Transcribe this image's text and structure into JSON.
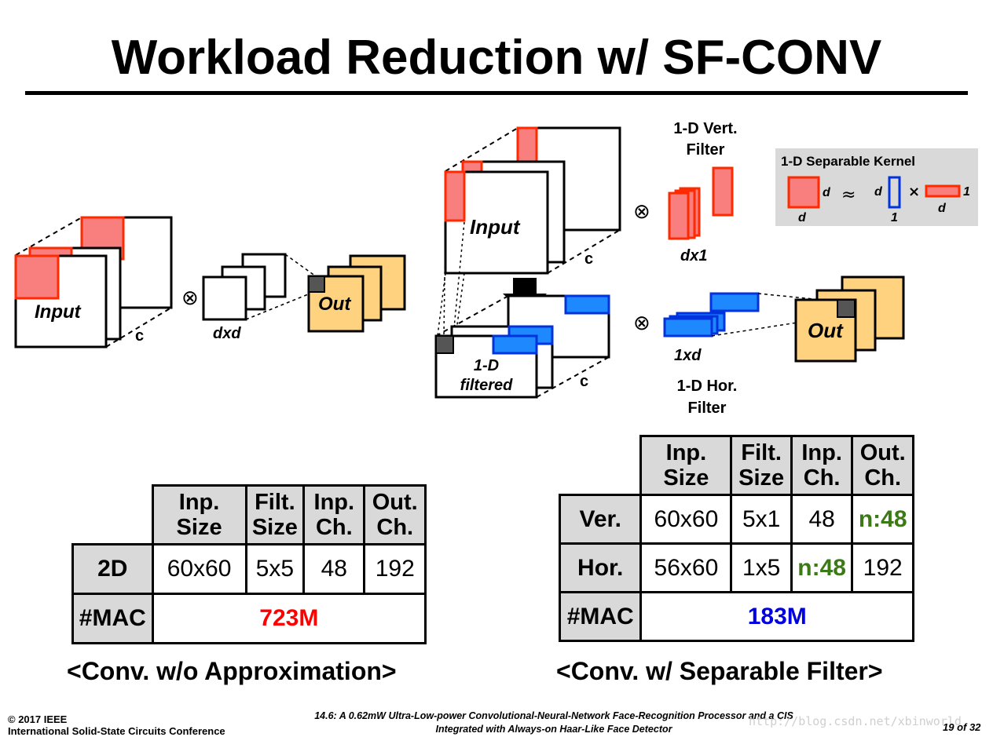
{
  "title": "Workload Reduction w/ SF-CONV",
  "left_diagram": {
    "input_label": "Input",
    "c_label": "c",
    "filter_label": "dxd",
    "out_label": "Out",
    "otimes": "⊗"
  },
  "right_diagram": {
    "input_label": "Input",
    "c_label_top": "c",
    "vert_filter_title_1": "1-D Vert.",
    "vert_filter_title_2": "Filter",
    "vert_filter_size": "dx1",
    "filtered_label_1": "1-D",
    "filtered_label_2": "filtered",
    "c_label_bottom": "c",
    "hor_filter_size": "1xd",
    "hor_filter_title_1": "1-D Hor.",
    "hor_filter_title_2": "Filter",
    "out_label": "Out",
    "otimes": "⊗"
  },
  "legend": {
    "title": "1-D Separable Kernel",
    "d1": "d",
    "d2": "d",
    "approx": "≈",
    "d3": "d",
    "one1": "1",
    "times": "×",
    "one2": "1",
    "d4": "d"
  },
  "table_left": {
    "headers": [
      "Inp.\nSize",
      "Filt.\nSize",
      "Inp.\nCh.",
      "Out.\nCh."
    ],
    "row1_label": "2D",
    "row1": [
      "60x60",
      "5x5",
      "48",
      "192"
    ],
    "mac_label": "#MAC",
    "mac_value": "723M"
  },
  "table_right": {
    "headers": [
      "Inp.\nSize",
      "Filt.\nSize",
      "Inp.\nCh.",
      "Out.\nCh."
    ],
    "row1_label": "Ver.",
    "row1": [
      "60x60",
      "5x1",
      "48",
      "n:48"
    ],
    "row2_label": "Hor.",
    "row2": [
      "56x60",
      "1x5",
      "n:48",
      "192"
    ],
    "mac_label": "#MAC",
    "mac_value": "183M"
  },
  "caption_left": "<Conv. w/o Approximation>",
  "caption_right": "<Conv. w/ Separable Filter>",
  "footer": {
    "copyright": "© 2017 IEEE",
    "conference": "International Solid-State Circuits Conference",
    "paper_line1": "14.6: A 0.62mW Ultra-Low-power Convolutional-Neural-Network Face-Recognition Processor and a CIS",
    "paper_line2": "Integrated with Always-on Haar-Like Face Detector",
    "page": "19 of 32",
    "watermark": "http://blog.csdn.net/xbinworld"
  },
  "colors": {
    "red_fill": "#f97f7f",
    "red_stroke": "#ff2a00",
    "blue_fill": "#1e88ff",
    "blue_stroke": "#0033dd",
    "orange_fill": "#ffd27f",
    "gray_box": "#d9d9d9",
    "green": "#3b7a17"
  }
}
